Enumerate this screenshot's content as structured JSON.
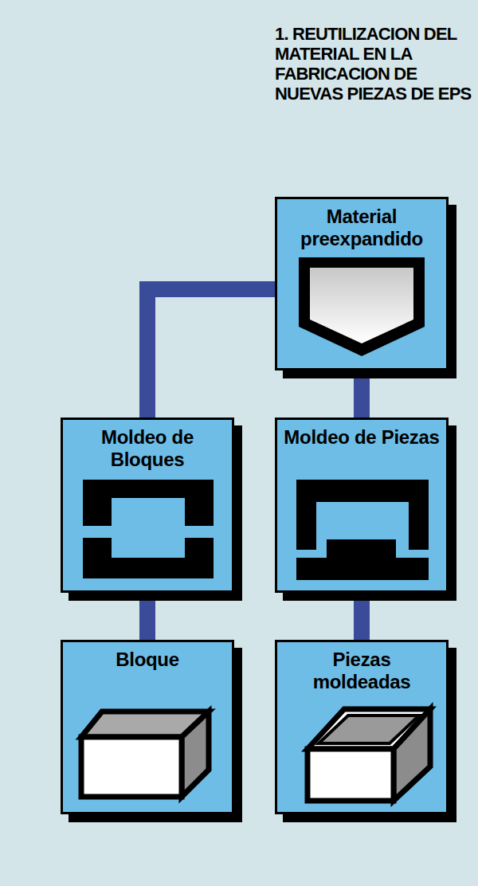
{
  "diagram": {
    "title": "1. REUTILIZACION DEL MATERIAL EN LA FABRICACION DE NUEVAS PIEZAS DE EPS",
    "nodes": [
      {
        "text": [
          "Material preexpandido"
        ]
      },
      {
        "text": [
          "Moldeo de Bloques"
        ]
      },
      {
        "text": [
          "Moldeo de Piezas"
        ]
      },
      {
        "text": [
          "Bloque"
        ]
      },
      {
        "text": [
          "Piezas moldeadas"
        ]
      }
    ],
    "edges": [
      {
        "from": 0,
        "to": 1,
        "arrow": "none"
      },
      {
        "from": 0,
        "to": 2,
        "arrow": "none"
      },
      {
        "from": 1,
        "to": 3,
        "arrow": "none"
      },
      {
        "from": 2,
        "to": 4,
        "arrow": "none"
      }
    ]
  }
}
